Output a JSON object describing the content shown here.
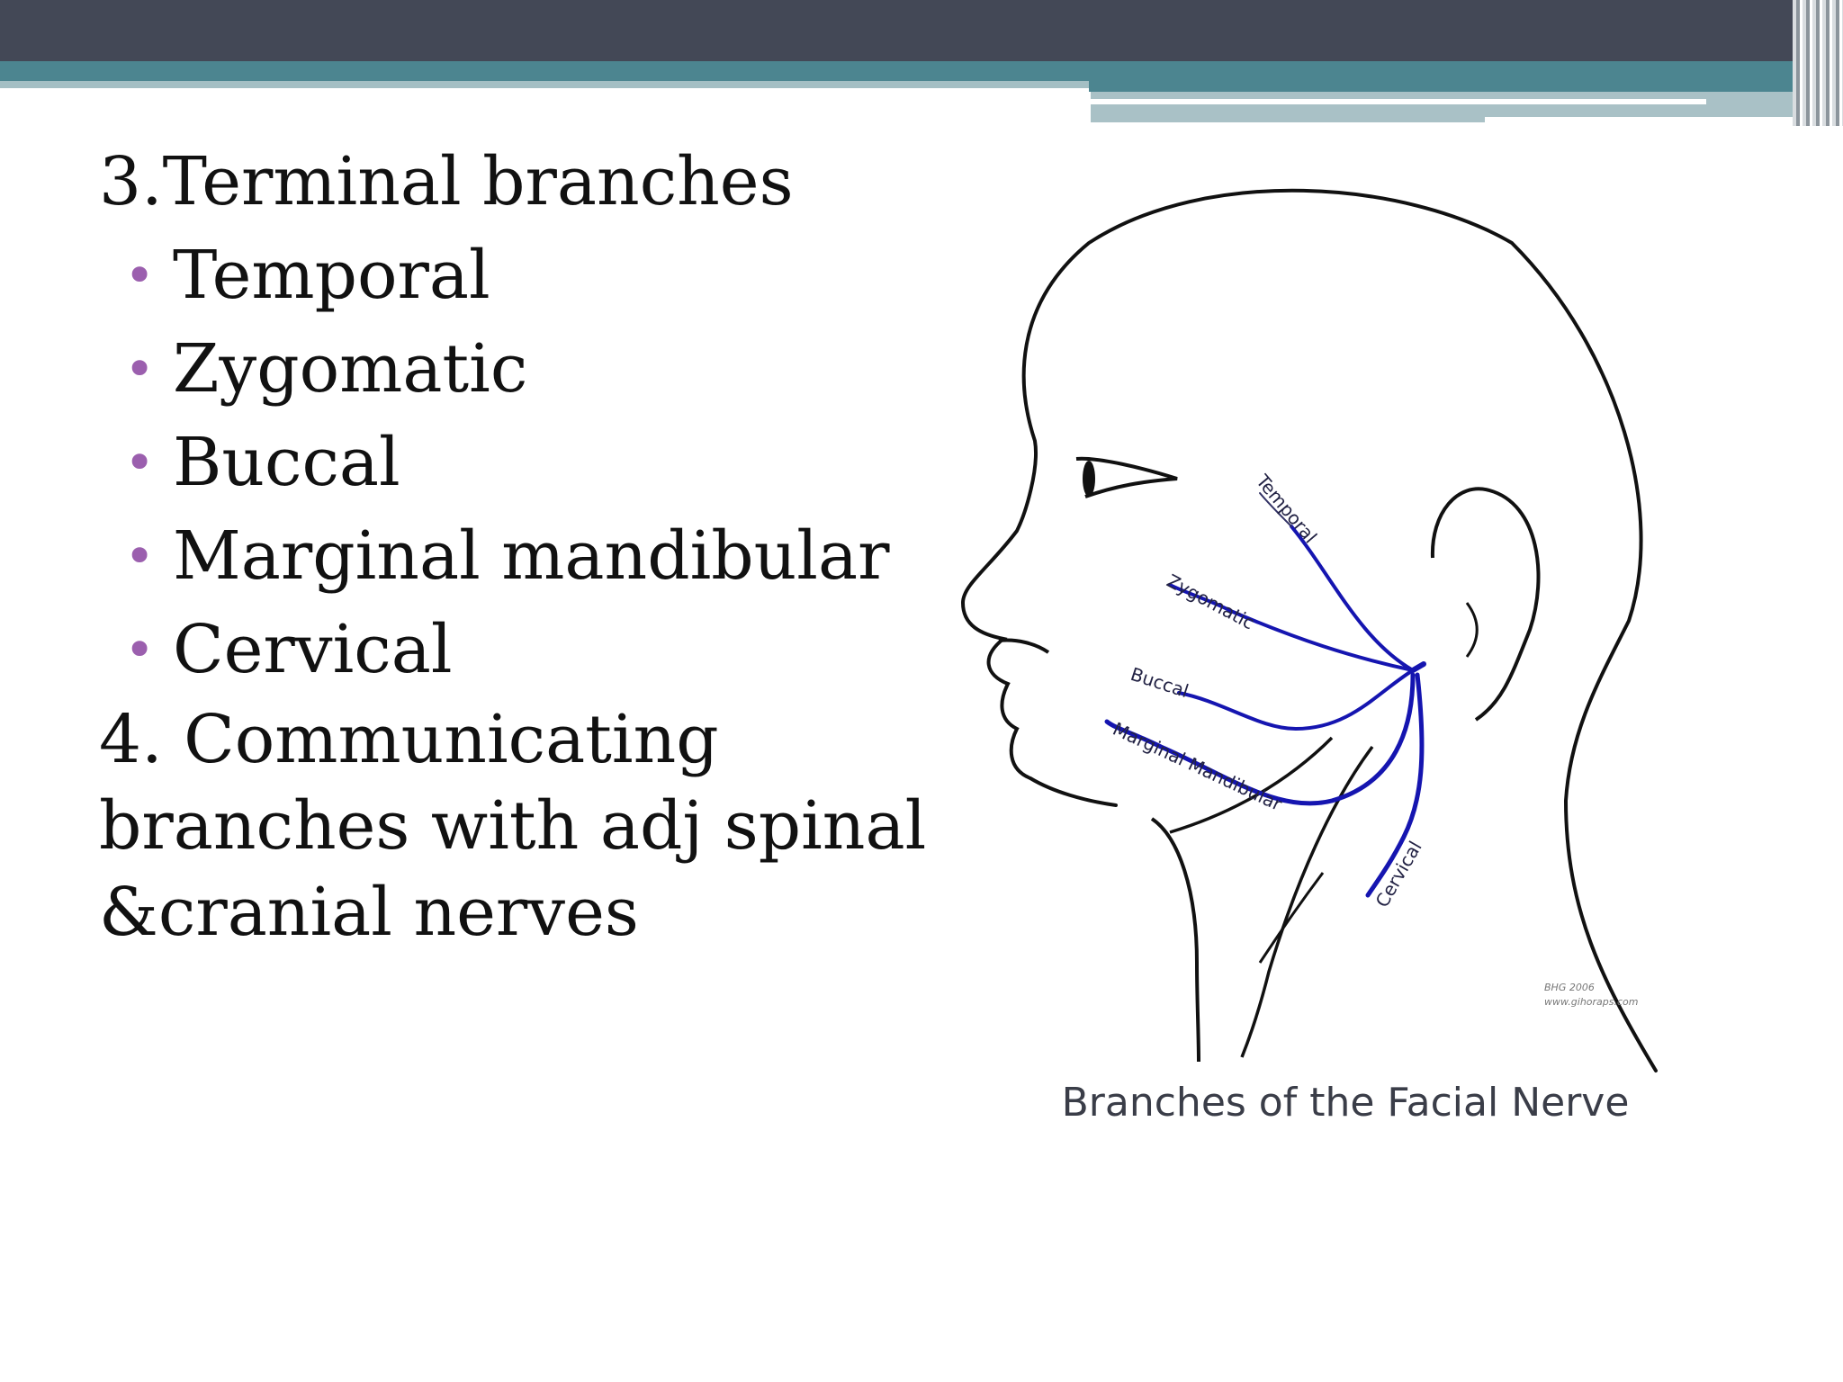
{
  "slide": {
    "heading": "3.Terminal branches",
    "bullet_glyph": "•",
    "branches": [
      "Temporal",
      "Zygomatic",
      "Buccal",
      "Marginal mandibular",
      "Cervical"
    ],
    "paragraph": "4. Communicating branches with adj spinal &cranial nerves"
  },
  "diagram": {
    "caption": "Branches of the Facial Nerve",
    "labels": {
      "temporal": "Temporal",
      "zygomatic": "Zygomatic",
      "buccal": "Buccal",
      "marginal_mandibular": "Marginal Mandibular",
      "cervical": "Cervical"
    },
    "credit_line1": "BHG 2006",
    "credit_line2": "www.gihoraps.com"
  },
  "colors": {
    "header_dark": "#434856",
    "header_teal": "#4c8590",
    "bullet": "#9b5fae",
    "nerve": "#1515b0",
    "outline": "#111111"
  }
}
